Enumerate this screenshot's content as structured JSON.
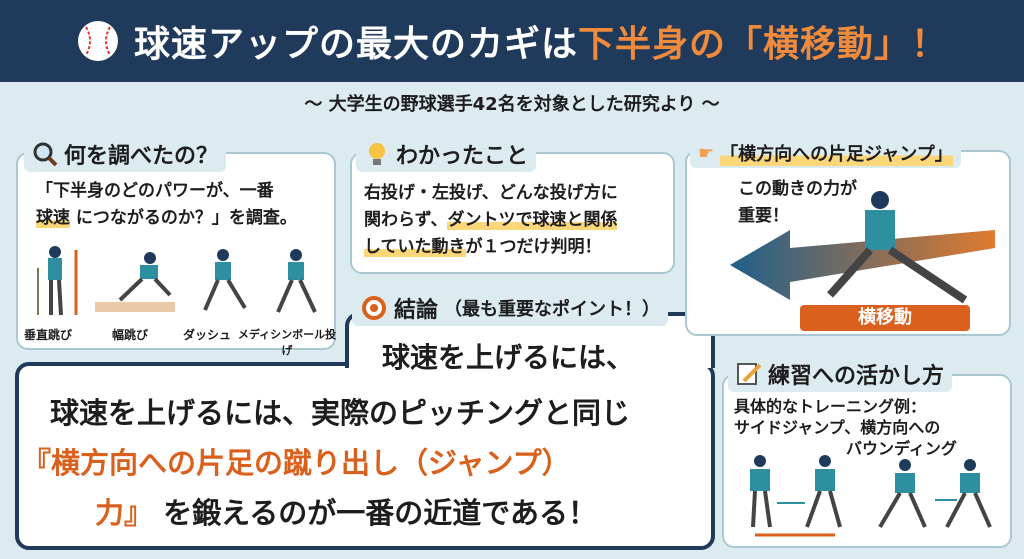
{
  "header": {
    "title_white": "球速アップの最大のカギは",
    "title_orange": "下半身の「横移動」！",
    "icon": "baseball-icon"
  },
  "subtitle": "〜 大学生の野球選手42名を対象とした研究より 〜",
  "panel_study": {
    "title": "何を調べたの？",
    "icon": "magnifier-icon",
    "line1": "「下半身のどのパワーが、一番",
    "line2_hl": "球速",
    "line2": " につながるのか？」を調査。",
    "tests": [
      "垂直跳び",
      "幅跳び",
      "ダッシュ",
      "メディシンボール投げ"
    ]
  },
  "panel_found": {
    "title": "わかったこと",
    "icon": "lightbulb-icon",
    "line1": "右投げ・左投げ、どんな投げ方に",
    "line2a": "関わらず、",
    "line2_hl": "ダントツで球速と関係",
    "line3_hl": "していた動き",
    "line3": "が１つだけ判明！"
  },
  "panel_jump": {
    "title": "「横方向への片足ジャンプ」",
    "icon": "pointing-hand-icon",
    "line1": "この動きの力が",
    "line2": "重要！",
    "label": "横移動"
  },
  "conclusion": {
    "title": "結論",
    "title_sub": "（最も重要なポイント！）",
    "icon": "target-icon",
    "lead": "球速を上げるには、",
    "line1": "球速を上げるには、実際のピッチングと同じ",
    "line2": "『横方向への片足の蹴り出し（ジャンプ）",
    "line3a": "力』",
    "line3b": "を鍛えるのが一番の近道である！"
  },
  "panel_practice": {
    "title": "練習への活かし方",
    "icon": "notepad-icon",
    "line1": "具体的なトレーニング例：",
    "line2": "サイドジャンプ、横方向への",
    "line3": "バウンディング"
  },
  "colors": {
    "navy": "#1f3a5a",
    "orange": "#d9611d",
    "highlight": "#fbd77a",
    "teal": "#2e8fa0",
    "background": "#dcebf0"
  }
}
